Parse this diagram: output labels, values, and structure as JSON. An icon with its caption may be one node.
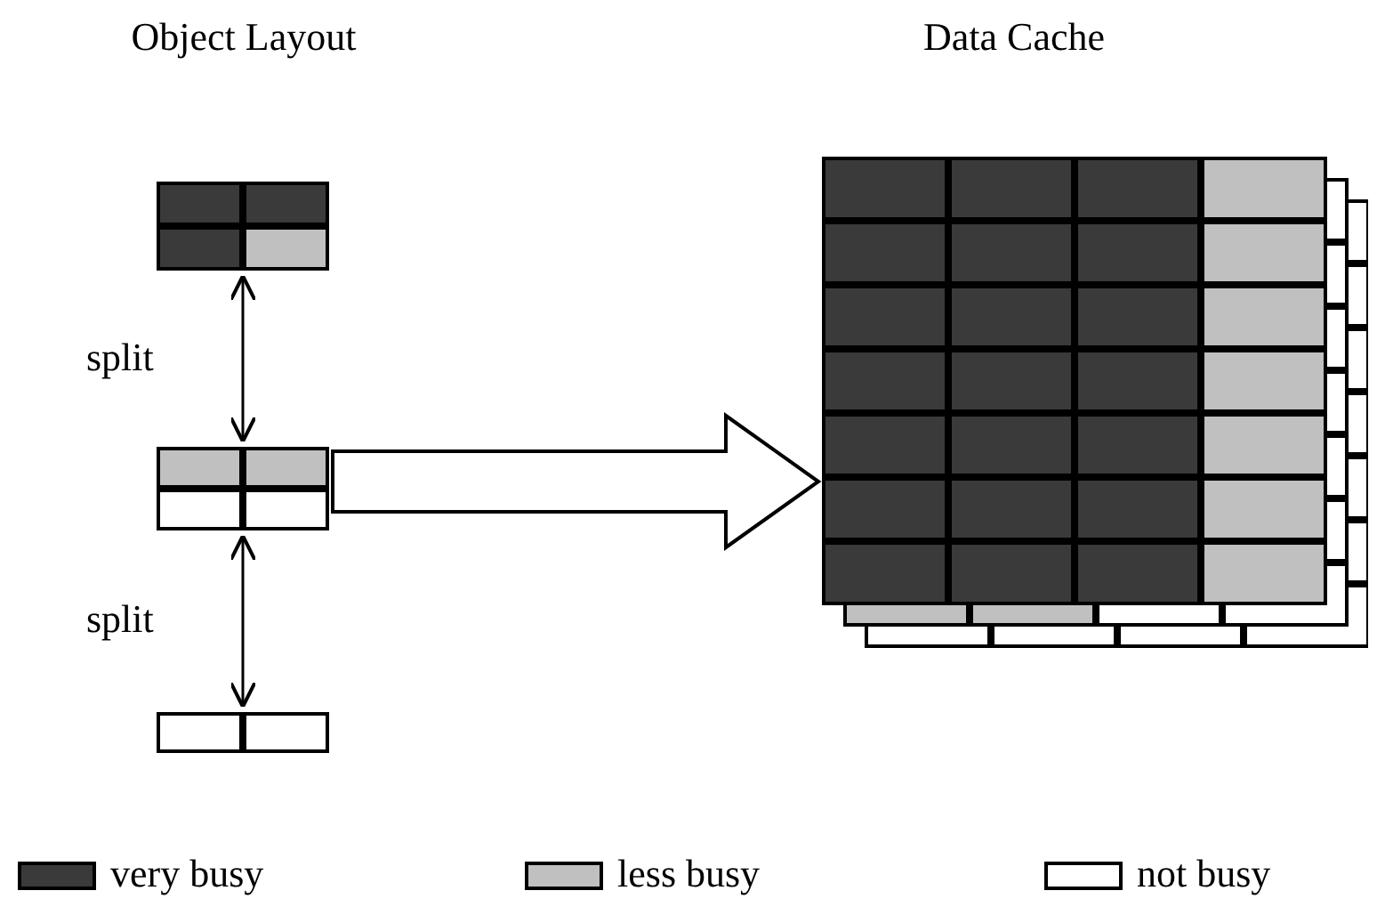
{
  "diagram": {
    "nodes": [
      {
        "text": [],
        "shape": "box"
      },
      {
        "text": [],
        "shape": "box"
      },
      {
        "text": [],
        "shape": "box"
      },
      {
        "text": [],
        "shape": "box"
      }
    ],
    "edges": [
      {
        "from": 0,
        "to": 1,
        "arrow": "both",
        "label": "split"
      },
      {
        "from": 1,
        "to": 2,
        "arrow": "both",
        "label": "split"
      },
      {
        "from": 1,
        "to": 3,
        "arrow": "to",
        "style": "thick"
      }
    ],
    "labels": [
      "Object Layout",
      "Data Cache"
    ],
    "legend": [
      {
        "text": "very busy",
        "color": "#3a3a3a"
      },
      {
        "text": "less busy",
        "color": "#c0c0c0"
      },
      {
        "text": "not busy",
        "color": "#ffffff"
      }
    ]
  }
}
